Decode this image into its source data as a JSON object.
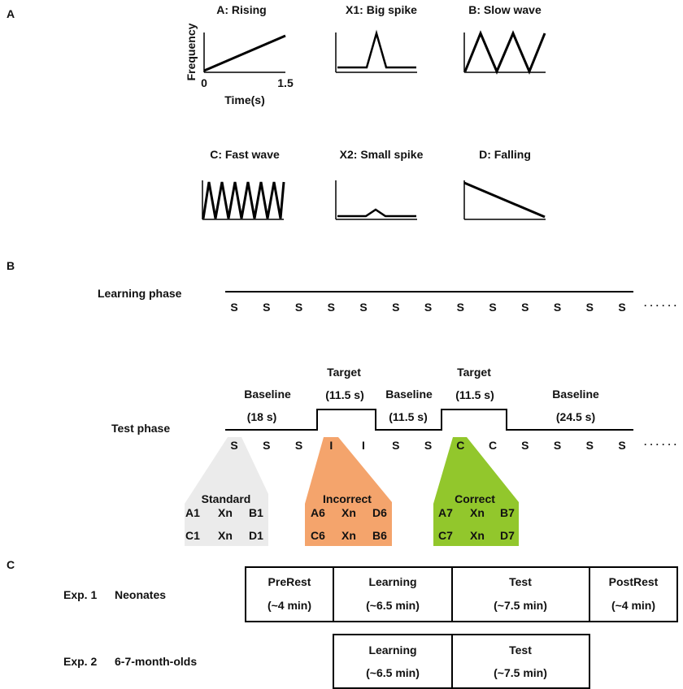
{
  "panels": {
    "a": "A",
    "b": "B",
    "c": "C"
  },
  "panel_a": {
    "pattern_titles": [
      "A:  Rising",
      "X1: Big spike",
      "B: Slow wave",
      "C:  Fast wave",
      "X2:  Small spike",
      "D:  Falling"
    ],
    "axis": {
      "ylabel": "Frequency",
      "xlabel": "Time(s)",
      "x_start": "0",
      "x_end": "1.5"
    }
  },
  "panel_b": {
    "learning": {
      "label": "Learning phase",
      "tokens": [
        "S",
        "S",
        "S",
        "S",
        "S",
        "S",
        "S",
        "S",
        "S",
        "S",
        "S",
        "S",
        "S"
      ],
      "ellipsis": "· · · · · ·"
    },
    "test": {
      "label": "Test phase",
      "tokens": [
        "S",
        "S",
        "S",
        "I",
        "I",
        "S",
        "S",
        "C",
        "C",
        "S",
        "S",
        "S",
        "S"
      ],
      "ellipsis": "· · · · · ·",
      "segments": [
        {
          "name": "Baseline",
          "duration": "(18 s)"
        },
        {
          "name": "Target",
          "duration": "(11.5 s)"
        },
        {
          "name": "Baseline",
          "duration": "(11.5 s)"
        },
        {
          "name": "Target",
          "duration": "(11.5 s)"
        },
        {
          "name": "Baseline",
          "duration": "(24.5 s)"
        }
      ]
    },
    "boxes": [
      {
        "title": "Standard",
        "row1": [
          "A1",
          "Xn",
          "B1"
        ],
        "row2": [
          "C1",
          "Xn",
          "D1"
        ],
        "color": "#ebebeb"
      },
      {
        "title": "Incorrect",
        "row1": [
          "A6",
          "Xn",
          "D6"
        ],
        "row2": [
          "C6",
          "Xn",
          "B6"
        ],
        "color": "#f4a46c"
      },
      {
        "title": "Correct",
        "row1": [
          "A7",
          "Xn",
          "B7"
        ],
        "row2": [
          "C7",
          "Xn",
          "D7"
        ],
        "color": "#92c72c"
      }
    ]
  },
  "panel_c": {
    "exp1": {
      "label": "Exp. 1",
      "group": "Neonates",
      "blocks": [
        {
          "name": "PreRest",
          "dur": "(~4 min)"
        },
        {
          "name": "Learning",
          "dur": "(~6.5 min)"
        },
        {
          "name": "Test",
          "dur": "(~7.5 min)"
        },
        {
          "name": "PostRest",
          "dur": "(~4 min)"
        }
      ]
    },
    "exp2": {
      "label": "Exp. 2",
      "group": "6-7-month-olds",
      "blocks": [
        {
          "name": "Learning",
          "dur": "(~6.5 min)"
        },
        {
          "name": "Test",
          "dur": "(~7.5 min)"
        }
      ]
    }
  }
}
